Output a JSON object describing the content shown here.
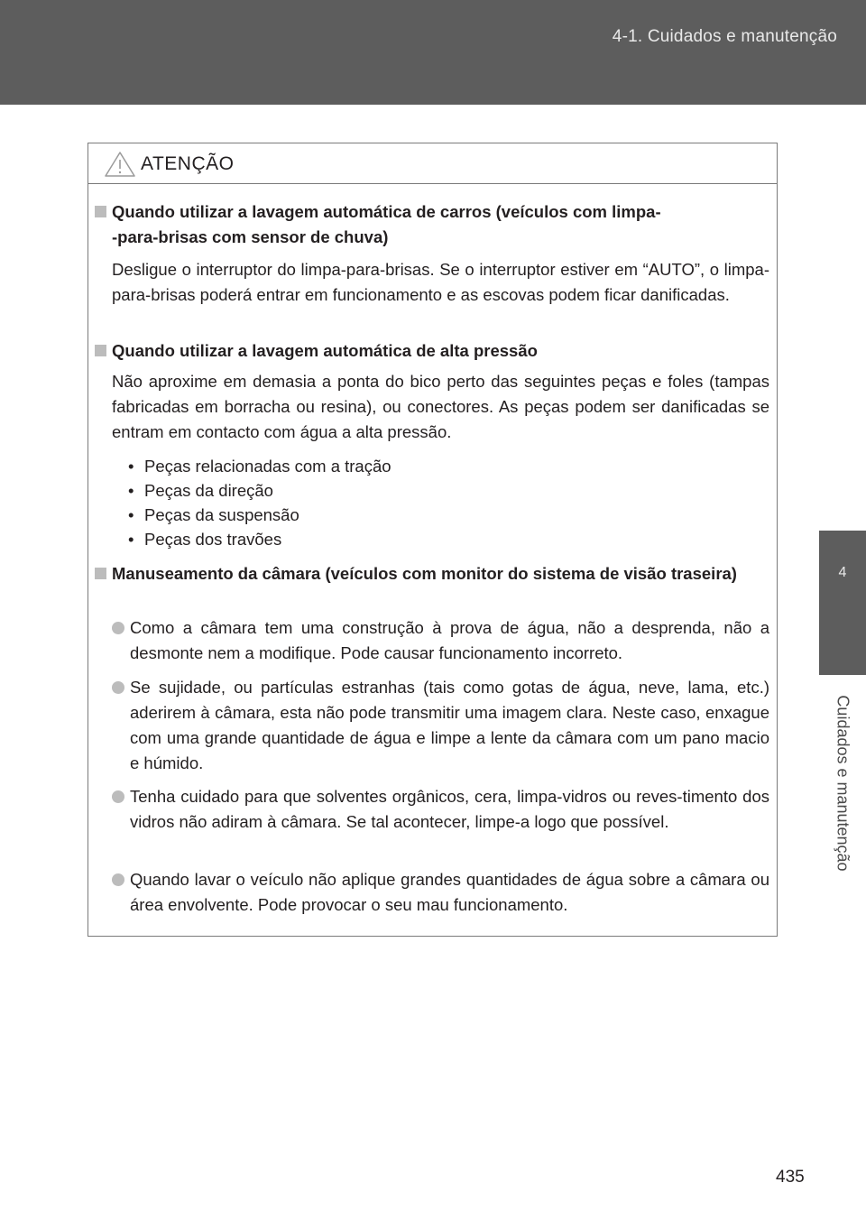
{
  "header": {
    "section_title": "4-1. Cuidados e manutenção"
  },
  "side_tab": {
    "chapter_number": "4",
    "chapter_label": "Cuidados e manutenção"
  },
  "warning": {
    "title": "ATENÇÃO",
    "icon": "warning-triangle-icon",
    "sections": [
      {
        "heading": "Quando utilizar a lavagem automática de carros (veículos com limpa-\n-para-brisas com sensor de chuva)",
        "paragraph": "Desligue o interruptor do limpa-para-brisas. Se o interruptor estiver em “AUTO”, o limpa-para-brisas poderá entrar em funcionamento e as escovas podem ficar danificadas."
      },
      {
        "heading": "Quando utilizar a lavagem automática de alta pressão",
        "paragraph": "Não aproxime em demasia a ponta do bico perto das seguintes peças e foles (tampas fabricadas em borracha ou resina), ou conectores. As peças podem ser danificadas se entram em contacto com água a alta pressão.",
        "bullets": [
          "Peças relacionadas com a tração",
          "Peças da direção",
          "Peças da suspensão",
          "Peças dos travões"
        ]
      },
      {
        "heading": "Manuseamento da câmara (veículos com  monitor do sistema de visão traseira)",
        "items": [
          "Como a câmara tem uma construção à prova de água, não a desprenda, não a desmonte nem a modifique. Pode causar funcionamento incorreto.",
          "Se sujidade, ou partículas estranhas (tais como gotas de água, neve, lama, etc.) aderirem à câmara, esta não pode transmitir uma imagem clara. Neste caso, enxague com uma grande quantidade de água e limpe a lente da câmara com um pano macio e húmido.",
          "Tenha cuidado para que solventes orgânicos, cera, limpa-vidros ou reves-timento dos vidros não adiram à câmara. Se tal acontecer, limpe-a logo que possível.",
          "Quando lavar o veículo não aplique grandes quantidades de água sobre a câmara ou área envolvente. Pode provocar o seu mau funcionamento."
        ]
      }
    ]
  },
  "page_number": "435",
  "colors": {
    "header_band": "#5d5d5d",
    "marker_gray": "#bcbcbc",
    "text": "#231f20"
  }
}
